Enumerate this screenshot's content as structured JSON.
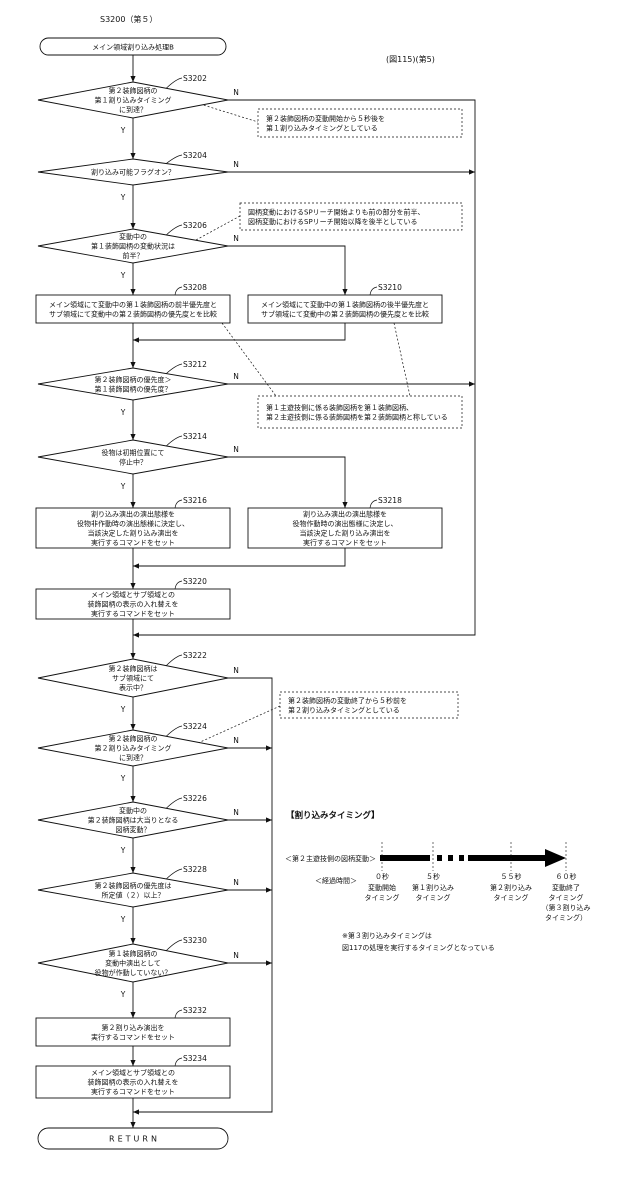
{
  "header": {
    "program_label": "S3200（第５）",
    "figure_label": "(図115)(第5)"
  },
  "start": {
    "text": "メイン領域割り込み処理B"
  },
  "end": {
    "text": "RETURN"
  },
  "labels": {
    "yes": "Y",
    "no": "N"
  },
  "steps": {
    "s3202": {
      "id": "S3202",
      "lines": [
        "第２装飾図柄の",
        "第１割り込みタイミング",
        "に到達？"
      ]
    },
    "s3204": {
      "id": "S3204",
      "lines": [
        "割り込み可能フラグオン？"
      ]
    },
    "s3206": {
      "id": "S3206",
      "lines": [
        "変動中の",
        "第１装飾図柄の変動状況は",
        "前半？"
      ]
    },
    "s3208": {
      "id": "S3208",
      "lines": [
        "メイン領域にて変動中の第１装飾図柄の前半優先度と",
        "サブ領域にて変動中の第２装飾図柄の優先度とを比較"
      ]
    },
    "s3210": {
      "id": "S3210",
      "lines": [
        "メイン領域にて変動中の第１装飾図柄の後半優先度と",
        "サブ領域にて変動中の第２装飾図柄の優先度とを比較"
      ]
    },
    "s3212": {
      "id": "S3212",
      "lines": [
        "第２装飾図柄の優先度＞",
        "第１装飾図柄の優先度？"
      ]
    },
    "s3214": {
      "id": "S3214",
      "lines": [
        "役物は初期位置にて",
        "停止中？"
      ]
    },
    "s3216": {
      "id": "S3216",
      "lines": [
        "割り込み演出の演出態様を",
        "役物非作動時の演出態様に決定し、",
        "当該決定した割り込み演出を",
        "実行するコマンドをセット"
      ]
    },
    "s3218": {
      "id": "S3218",
      "lines": [
        "割り込み演出の演出態様を",
        "役物作動時の演出態様に決定し、",
        "当該決定した割り込み演出を",
        "実行するコマンドをセット"
      ]
    },
    "s3220": {
      "id": "S3220",
      "lines": [
        "メイン領域とサブ領域との",
        "装飾図柄の表示の入れ替えを",
        "実行するコマンドをセット"
      ]
    },
    "s3222": {
      "id": "S3222",
      "lines": [
        "第２装飾図柄は",
        "サブ領域にて",
        "表示中？"
      ]
    },
    "s3224": {
      "id": "S3224",
      "lines": [
        "第２装飾図柄の",
        "第２割り込みタイミング",
        "に到達？"
      ]
    },
    "s3226": {
      "id": "S3226",
      "lines": [
        "変動中の",
        "第２装飾図柄は大当りとなる",
        "図柄変動？"
      ]
    },
    "s3228": {
      "id": "S3228",
      "lines": [
        "第２装飾図柄の優先度は",
        "所定値（２）以上？"
      ]
    },
    "s3230": {
      "id": "S3230",
      "lines": [
        "第１装飾図柄の",
        "変動中演出として",
        "役物が作動していない？"
      ]
    },
    "s3232": {
      "id": "S3232",
      "lines": [
        "第２割り込み演出を",
        "実行するコマンドをセット"
      ]
    },
    "s3234": {
      "id": "S3234",
      "lines": [
        "メイン領域とサブ領域との",
        "装飾図柄の表示の入れ替えを",
        "実行するコマンドをセット"
      ]
    }
  },
  "notes": {
    "n1": [
      "第２装飾図柄の変動開始から５秒後を",
      "第１割り込みタイミングとしている"
    ],
    "n2": [
      "図柄変動におけるSPリーチ開始よりも前の部分を前半、",
      "図柄変動におけるSPリーチ開始以降を後半としている"
    ],
    "n3": [
      "第１主遊技側に係る装飾図柄を第１装飾図柄、",
      "第２主遊技側に係る装飾図柄を第２装飾図柄と称している"
    ],
    "n4": [
      "第２装飾図柄の変動終了から５秒前を",
      "第２割り込みタイミングとしている"
    ]
  },
  "timing": {
    "title": "【割り込みタイミング】",
    "row_label": "＜第２主遊技側の図柄変動＞",
    "elapsed_label": "＜経過時間＞",
    "ticks": [
      {
        "time": "０秒",
        "desc": [
          "変動開始",
          "タイミング"
        ]
      },
      {
        "time": "５秒",
        "desc": [
          "第１割り込み",
          "タイミング"
        ]
      },
      {
        "time": "５５秒",
        "desc": [
          "第２割り込み",
          "タイミング"
        ]
      },
      {
        "time": "６０秒",
        "desc": [
          "変動終了",
          "タイミング",
          "（第３割り込み",
          "タイミング）"
        ]
      }
    ],
    "footnote": [
      "※第３割り込みタイミングは",
      "図117の処理を実行するタイミングとなっている"
    ]
  }
}
